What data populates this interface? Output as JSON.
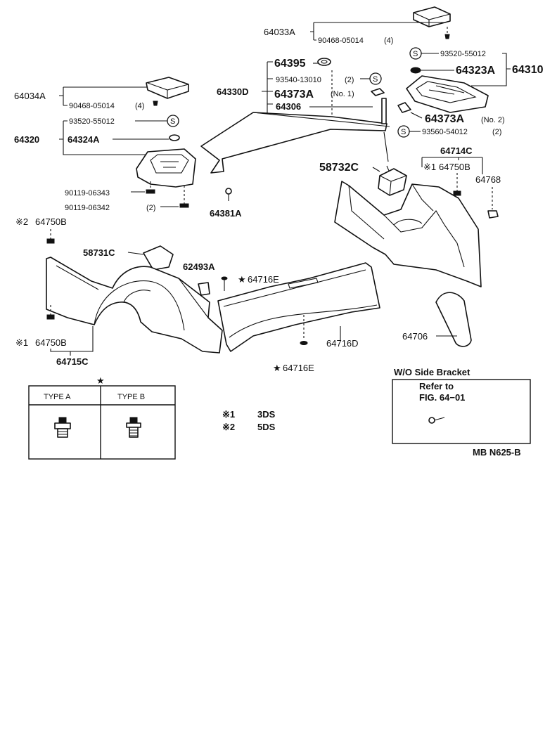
{
  "labels": {
    "p64033A": "64033A",
    "p90468_top": "90468-05014",
    "p90468_top_qty": "(4)",
    "p93520_right": "93520-55012",
    "p64323A": "64323A",
    "p64310": "64310",
    "p64395": "64395",
    "p93540": "93540-13010",
    "p93540_qty": "(2)",
    "p64330D": "64330D",
    "p64373A_no1": "64373A",
    "p64373A_no1_tag": "(No. 1)",
    "p64306": "64306",
    "p64373A_no2": "64373A",
    "p64373A_no2_tag": "(No. 2)",
    "p93560": "93560-54012",
    "p93560_qty": "(2)",
    "p64034A": "64034A",
    "p90468_left": "90468-05014",
    "p90468_left_qty": "(4)",
    "p93520_left": "93520-55012",
    "p64320": "64320",
    "p64324A": "64324A",
    "p90119_06343": "90119-06343",
    "p90119_06342": "90119-06342",
    "p90119_06342_qty": "(2)",
    "p64381A": "64381A",
    "p58732C": "58732C",
    "p64714C": "64714C",
    "p64750B_r": "64750B",
    "p64768": "64768",
    "p64750B_tl": "64750B",
    "p58731C": "58731C",
    "p62493A": "62493A",
    "p64716E_top": "64716E",
    "p64750B_bl": "64750B",
    "p64715C": "64715C",
    "p64716D": "64716D",
    "p64716E_bot": "64716E",
    "p64706": "64706"
  },
  "marks": {
    "ref1": "※1",
    "ref2": "※2",
    "star": "★",
    "s_symbol": "S"
  },
  "legend": {
    "star": "★",
    "type_a": "TYPE A",
    "type_b": "TYPE B",
    "note1_mark": "※1",
    "note1_text": "3DS",
    "note2_mark": "※2",
    "note2_text": "5DS"
  },
  "side_bracket": {
    "title": "W/O Side Bracket",
    "refer": "Refer to",
    "fig": "FIG. 64−01"
  },
  "diagram_code": "MB N625-B"
}
